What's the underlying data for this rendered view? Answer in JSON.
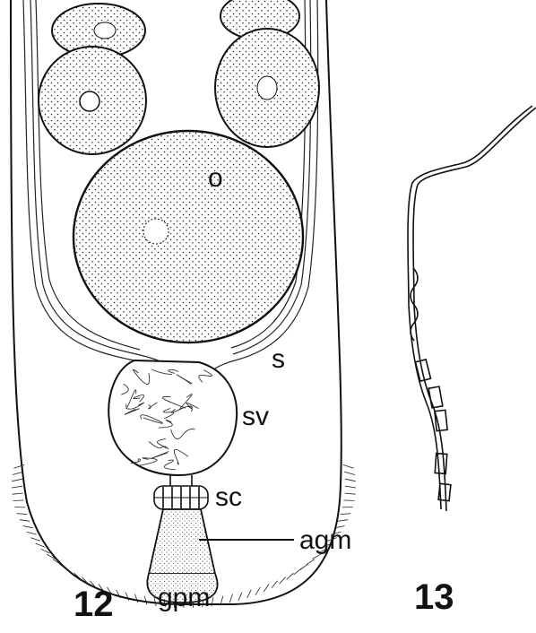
{
  "figure_12": {
    "number": "12",
    "labels": {
      "o": "o",
      "s": "s",
      "sv": "sv",
      "sc": "sc",
      "agm": "agm",
      "gpm": "gpm"
    }
  },
  "figure_13": {
    "number": "13"
  },
  "colors": {
    "ink": "#111111",
    "background": "#ffffff"
  }
}
